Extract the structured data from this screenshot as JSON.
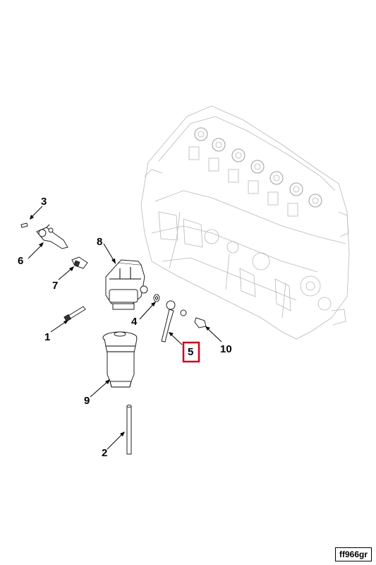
{
  "figure": {
    "reference_code": "ff966gr",
    "highlight_color": "#d0021b",
    "highlighted_callout": "5"
  },
  "callouts": {
    "c1": "1",
    "c2": "2",
    "c3": "3",
    "c4": "4",
    "c5": "5",
    "c6": "6",
    "c7": "7",
    "c8": "8",
    "c9": "9",
    "c10": "10"
  }
}
